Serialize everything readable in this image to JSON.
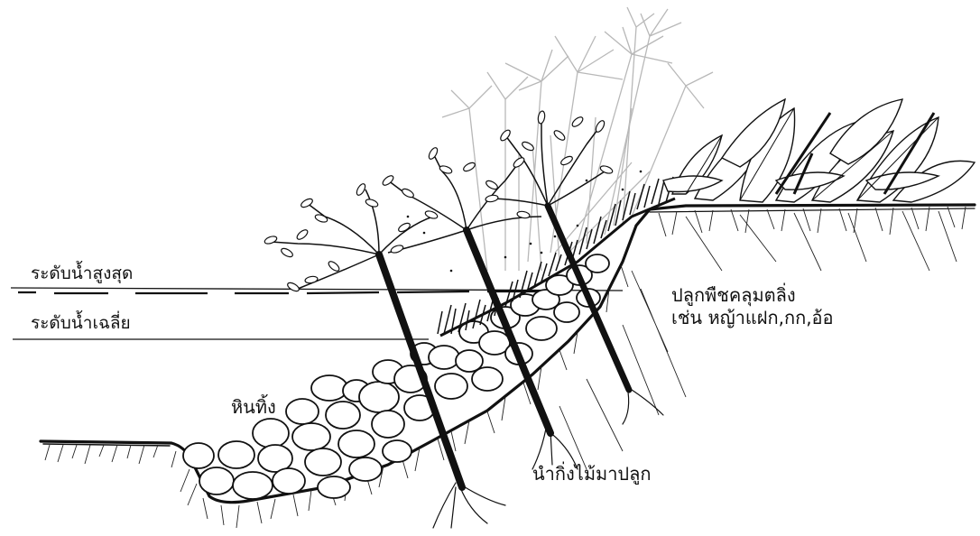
{
  "labels": {
    "max_water_level": "ระดับน้ำสูงสุด",
    "avg_water_level": "ระดับน้ำเฉลี่ย",
    "riprap": "หินทิ้ง",
    "planted_cuttings": "นำกิ่งไม้มาปลูก",
    "ground_cover_line1": "ปลูกพืชคลุมตลิ่ง",
    "ground_cover_line2": "เช่น  หญ้าแฝก,กก,อ้อ"
  },
  "colors": {
    "ink": "#111111",
    "background": "#ffffff",
    "light_ink": "#b5b5b5"
  }
}
